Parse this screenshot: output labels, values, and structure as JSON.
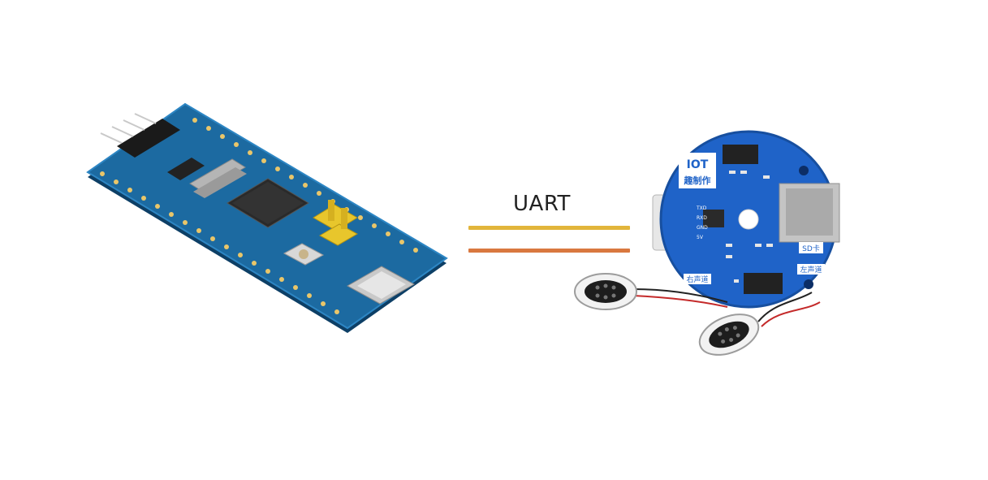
{
  "connection": {
    "label": "UART",
    "wire_colors": [
      "#e2b53b",
      "#d9783f"
    ]
  },
  "module": {
    "logo_line1": "IOT",
    "logo_line2": "趣制作",
    "sd_label": "SD卡",
    "right_channel": "右声道",
    "left_channel": "左声道",
    "pin_labels": [
      "TXD",
      "RXD",
      "GND",
      "5V"
    ],
    "pcb_color": "#1f63c8"
  },
  "mcu_board": {
    "pcb_color": "#1c6aa1"
  }
}
